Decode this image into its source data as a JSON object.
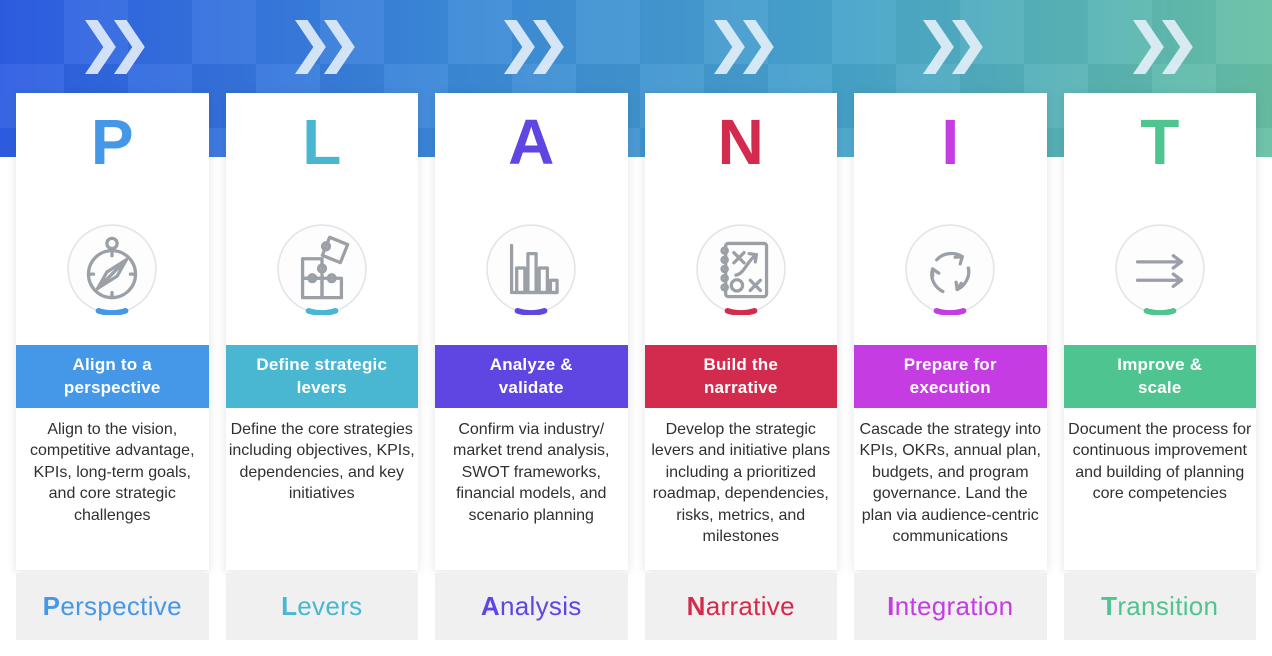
{
  "theme": {
    "band_gradient": [
      "#2e5de3",
      "#3b87d8",
      "#47a4ca",
      "#67c0a4"
    ],
    "chevron_color": "#e8f1fb",
    "card_bg": "#ffffff",
    "footer_box_bg": "#f0f0f1",
    "body_text_color": "#2f3033",
    "icon_stroke": "#9aa0a6",
    "circle_ring_color": "#e3e5e9"
  },
  "columns": [
    {
      "letter": "P",
      "accent": "#4598e8",
      "icon": "compass-icon",
      "title_line1": "Align to a",
      "title_line2": "perspective",
      "description": "Align to the vision, competitive advantage, KPIs, long-term goals, and core strategic challenges",
      "word_initial": "P",
      "word_rest": "erspective"
    },
    {
      "letter": "L",
      "accent": "#49b6d2",
      "icon": "puzzle-icon",
      "title_line1": "Define strategic",
      "title_line2": "levers",
      "description": "Define the core strategies including objectives, KPIs, dependencies, and key initiatives",
      "word_initial": "L",
      "word_rest": "evers"
    },
    {
      "letter": "A",
      "accent": "#5f46e2",
      "icon": "bar-chart-icon",
      "title_line1": "Analyze &",
      "title_line2": "validate",
      "description": "Confirm via industry/ market trend analysis, SWOT frameworks, financial models, and scenario planning",
      "word_initial": "A",
      "word_rest": "nalysis"
    },
    {
      "letter": "N",
      "accent": "#d32b4e",
      "icon": "playbook-icon",
      "title_line1": "Build the",
      "title_line2": "narrative",
      "description": "Develop the strategic levers and initiative plans including a prioritized roadmap, dependencies, risks, metrics, and milestones",
      "word_initial": "N",
      "word_rest": "arrative"
    },
    {
      "letter": "I",
      "accent": "#c53ce2",
      "icon": "cycle-arrows-icon",
      "title_line1": "Prepare for",
      "title_line2": "execution",
      "description": "Cascade the strategy into KPIs, OKRs, annual plan, budgets, and program governance. Land the plan via audience-centric communications",
      "word_initial": "I",
      "word_rest": "ntegration"
    },
    {
      "letter": "T",
      "accent": "#4ec491",
      "icon": "double-arrow-icon",
      "title_line1": "Improve &",
      "title_line2": "scale",
      "description": "Document the process for continuous improvement and building of planning core competencies",
      "word_initial": "T",
      "word_rest": "ransition"
    }
  ]
}
